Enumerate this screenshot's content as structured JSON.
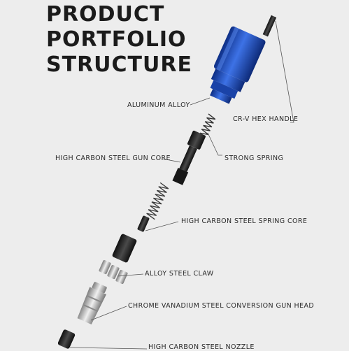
{
  "title": {
    "line1": "PRODUCT",
    "line2": "PORTFOLIO",
    "line3": "STRUCTURE"
  },
  "labels": {
    "aluminum_alloy": "ALUMINUM ALLOY",
    "hex_handle": "CR-V HEX HANDLE",
    "gun_core": "HIGH CARBON STEEL GUN CORE",
    "strong_spring": "STRONG SPRING",
    "spring_core": "HIGH CARBON STEEL SPRING CORE",
    "claw": "ALLOY STEEL CLAW",
    "gun_head": "CHROME VANADIUM STEEL CONVERSION GUN HEAD",
    "nozzle": "HIGH CARBON STEEL NOZZLE"
  },
  "colors": {
    "background": "#ededed",
    "handle_blue": "#1f4fbf",
    "steel_dark": "#2b2b2b",
    "silver": "#b9b9b9"
  }
}
